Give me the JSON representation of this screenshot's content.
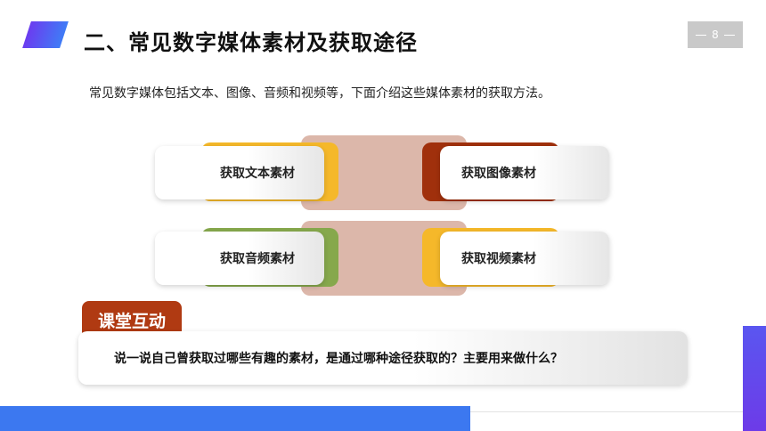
{
  "header": {
    "title": "二、常见数字媒体素材及获取途径",
    "page_number": "8"
  },
  "intro": "常见数字媒体包括文本、图像、音频和视频等，下面介绍这些媒体素材的获取方法。",
  "methods": [
    {
      "label": "获取文本素材",
      "color": "#f5b82a"
    },
    {
      "label": "获取图像素材",
      "color": "#a0300c"
    },
    {
      "label": "获取音频素材",
      "color": "#86a84c"
    },
    {
      "label": "获取视频素材",
      "color": "#f5b82a"
    }
  ],
  "interaction": {
    "badge": "课堂互动",
    "question": "说一说自己曾获取过哪些有趣的素材，是通过哪种途径获取的？主要用来做什么？"
  },
  "colors": {
    "accent_blue": "#3c78f0",
    "accent_purple": "#6b3cf0",
    "center_block": "#dcb7aa",
    "badge": "#b03a12"
  }
}
